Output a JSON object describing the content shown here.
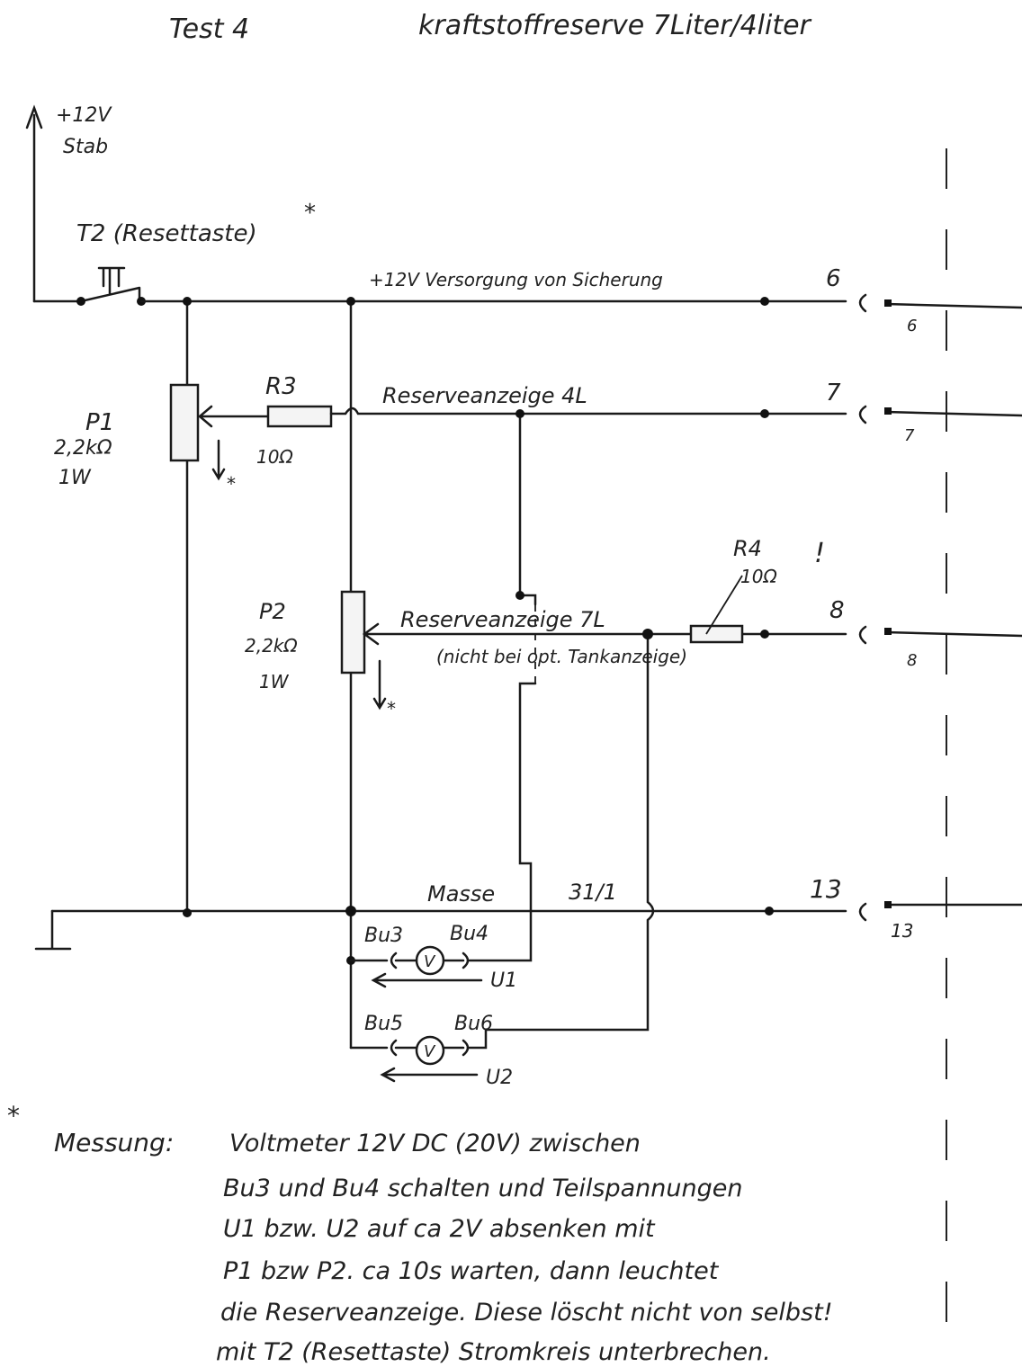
{
  "title": {
    "test": "Test 4",
    "subject": "kraftstoffreserve 7Liter/4liter"
  },
  "supply": {
    "voltage": "+12V",
    "label": "Stab"
  },
  "switch": {
    "label": "T2 (Resettaste)",
    "star": "*"
  },
  "lines": {
    "supply": "+12V Versorgung von Sicherung",
    "reserve4": "Reserveanzeige 4L",
    "reserve7": "Reserveanzeige 7L",
    "reserve7_note": "(nicht bei opt. Tankanzeige)",
    "ground": "Masse",
    "ground_id": "31/1"
  },
  "pins": [
    {
      "left": "6",
      "right": "6"
    },
    {
      "left": "7",
      "right": "7"
    },
    {
      "left": "8",
      "right": "8"
    },
    {
      "left": "13",
      "right": "13"
    }
  ],
  "components": {
    "p1": {
      "name": "P1",
      "value": "2,2kΩ",
      "power": "1W"
    },
    "p2": {
      "name": "P2",
      "value": "2,2kΩ",
      "power": "1W"
    },
    "r3": {
      "name": "R3",
      "value": "10Ω"
    },
    "r4": {
      "name": "R4",
      "value": "10Ω",
      "mark": "!"
    },
    "star": "*"
  },
  "meters": [
    {
      "a": "Bu3",
      "b": "Bu4",
      "symbol": "V",
      "voltage": "U1"
    },
    {
      "a": "Bu5",
      "b": "Bu6",
      "symbol": "V",
      "voltage": "U2"
    }
  ],
  "notes": {
    "star": "*",
    "heading": "Messung:",
    "lines": [
      "Voltmeter 12V DC (20V) zwischen",
      "Bu3 und Bu4 schalten und Teilspannungen",
      "U1 bzw. U2 auf ca 2V absenken mit",
      "P1 bzw P2. ca 10s warten, dann leuchtet",
      "die Reserveanzeige. Diese löscht nicht von selbst!",
      "mit T2 (Resettaste) Stromkreis unterbrechen."
    ]
  }
}
